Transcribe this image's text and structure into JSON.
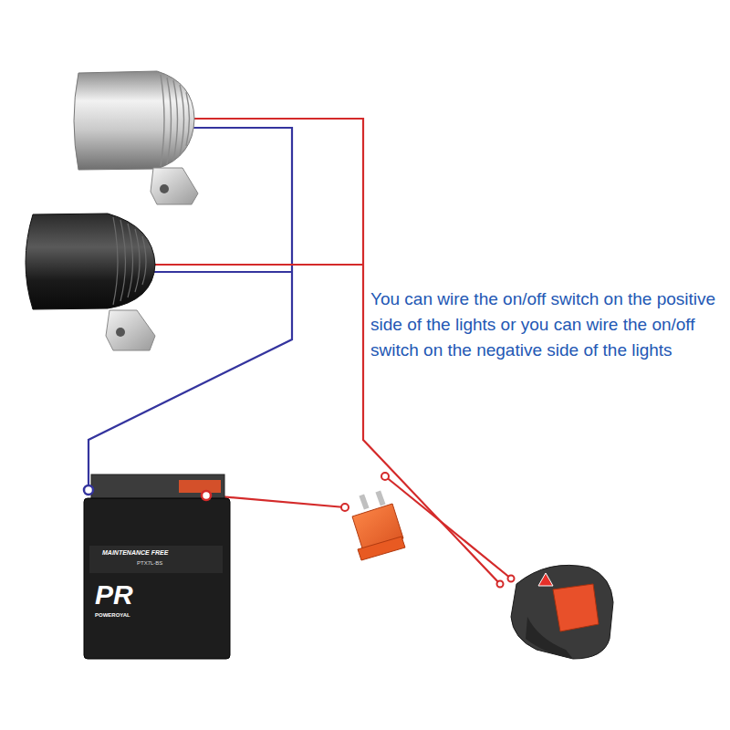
{
  "diagram": {
    "labels": [
      "You can wire the on/off switch on the positive side of the lights or you can wire the on/off switch on the negative side of the lights",
      "MAINTENANCE FREE",
      "PTX7L-BS",
      "PR",
      "POWEROYAL"
    ]
  }
}
